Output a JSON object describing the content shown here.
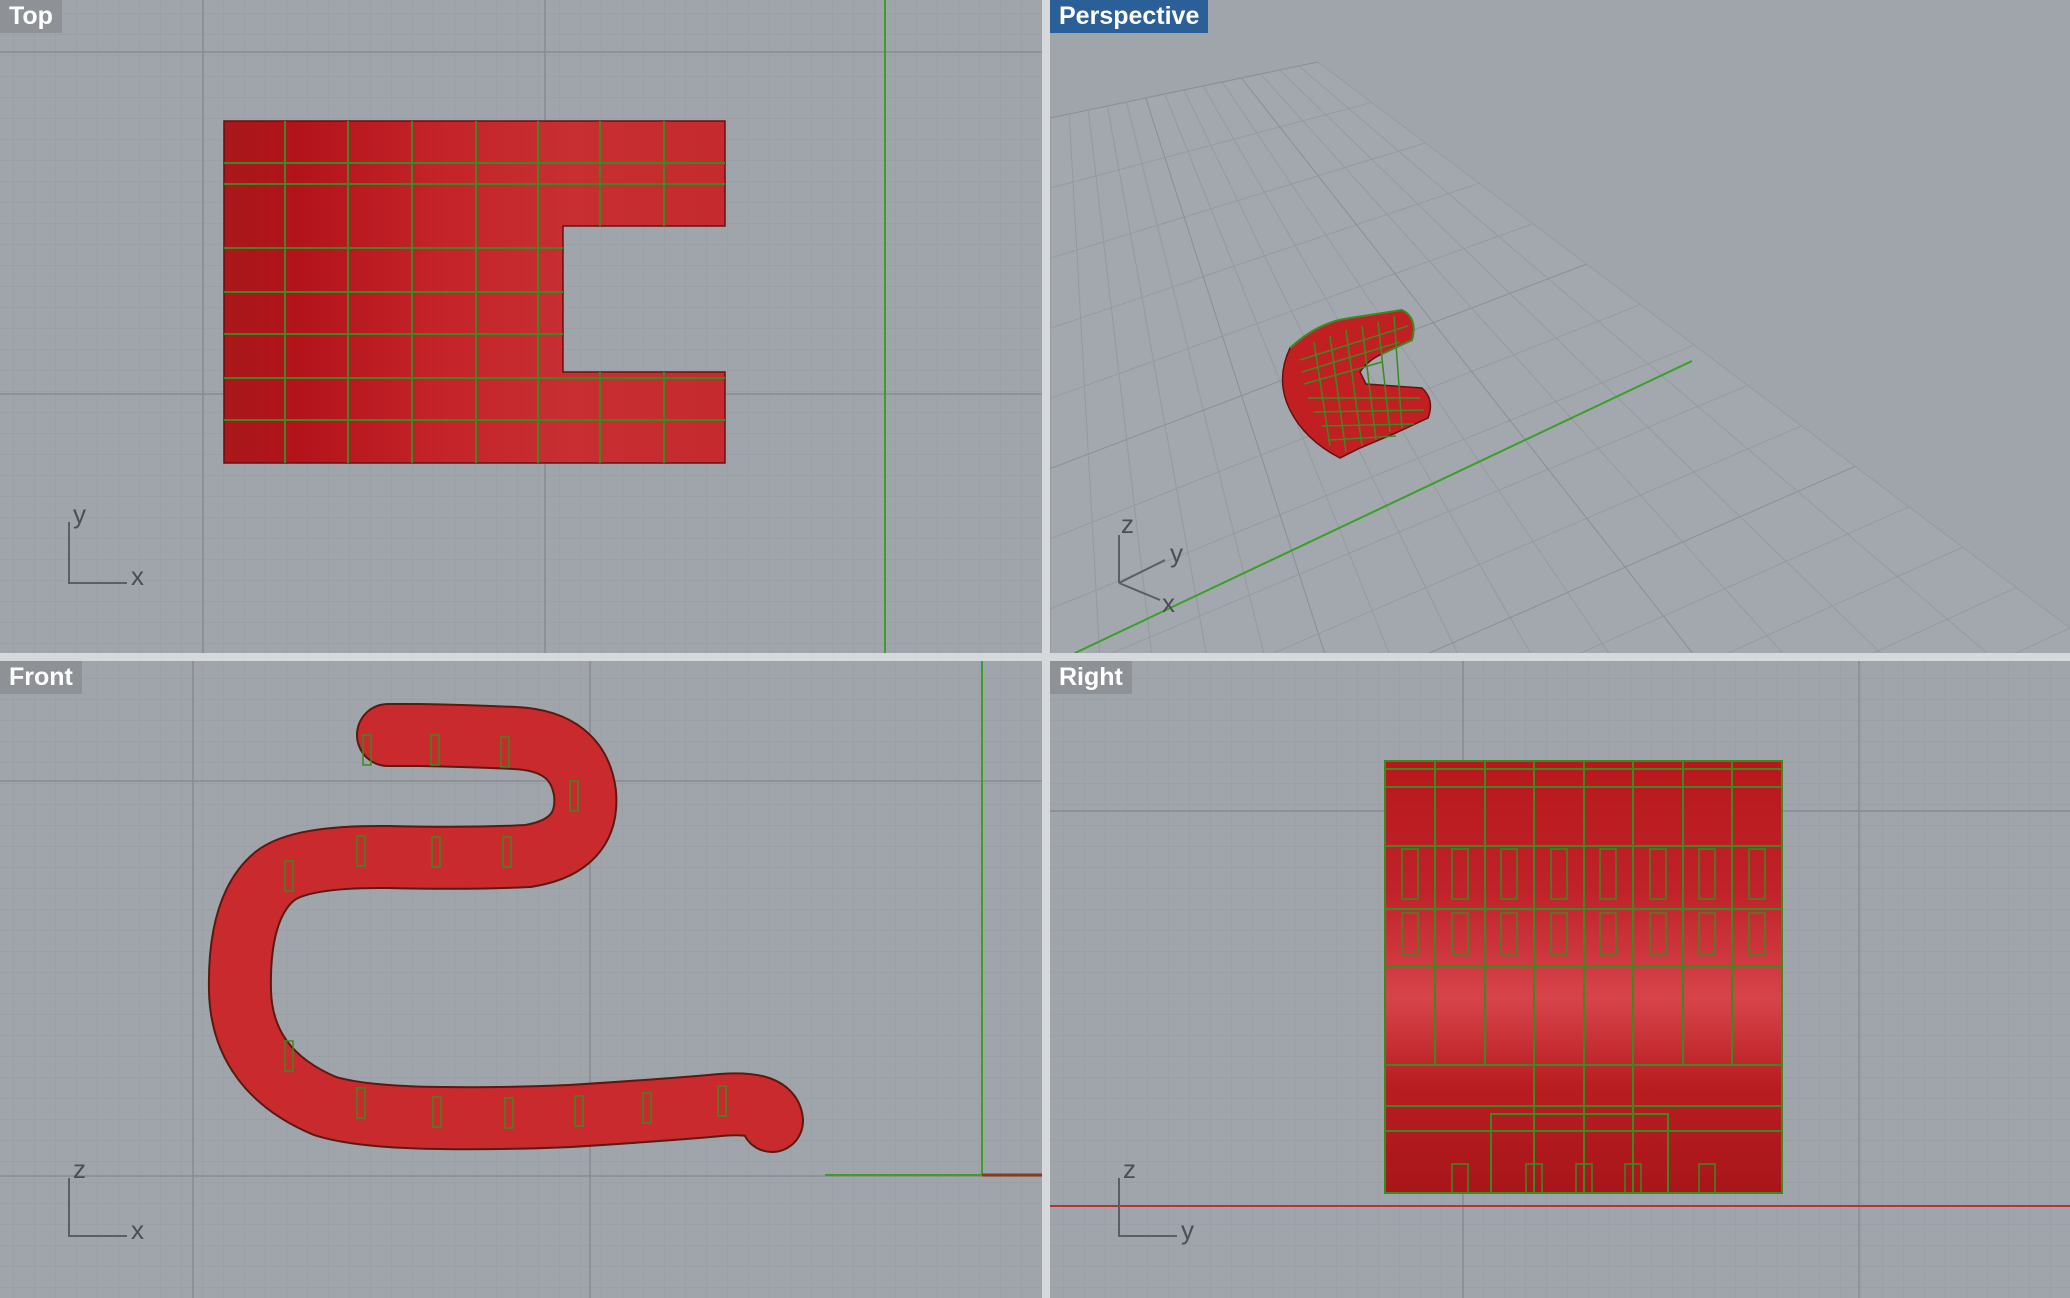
{
  "viewports": {
    "top": {
      "title": "Top",
      "axis_x": "x",
      "axis_y": "y"
    },
    "perspective": {
      "title": "Perspective",
      "axis_x": "x",
      "axis_y": "y",
      "axis_z": "z"
    },
    "front": {
      "title": "Front",
      "axis_x": "x",
      "axis_z": "z"
    },
    "right": {
      "title": "Right",
      "axis_y": "y",
      "axis_z": "z"
    }
  },
  "colors": {
    "viewport_bg": "#a0a5ab",
    "grid_minor": "#979ca2",
    "grid_major": "#878c92",
    "model_red": "#c21f22",
    "model_outline": "#3a8a22",
    "axis_green": "#3aa02a",
    "axis_red": "#c03030",
    "active_title": "#2b5f98"
  }
}
